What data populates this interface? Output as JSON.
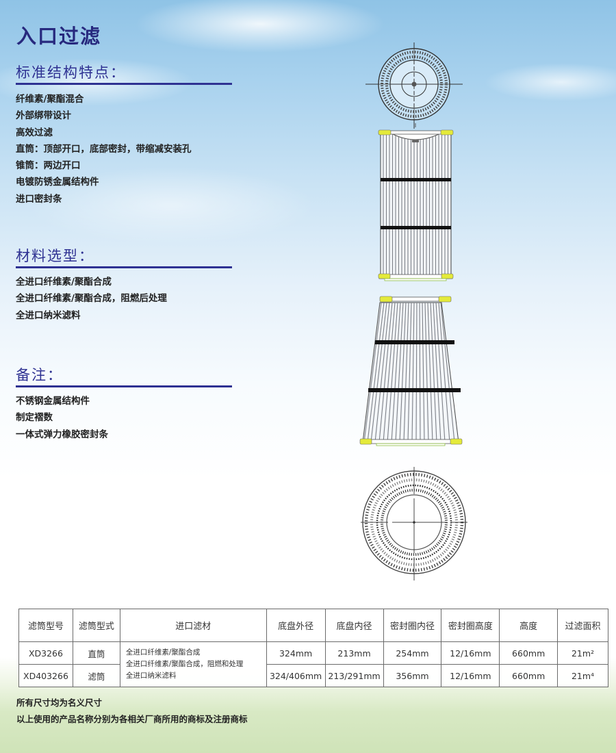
{
  "page": {
    "title": "入口过滤"
  },
  "sections": {
    "structure": {
      "title": "标准结构特点：",
      "items": [
        "纤维素/聚酯混合",
        "外部绑带设计",
        "高效过滤",
        "直筒：顶部开口，底部密封，带缩减安装孔",
        "锥筒：两边开口",
        "电镀防锈金属结构件",
        "进口密封条"
      ]
    },
    "materials": {
      "title": "材料选型：",
      "items": [
        "全进口纤维素/聚酯合成",
        "全进口纤维素/聚酯合成，阻燃后处理",
        "全进口纳米滤料"
      ]
    },
    "remarks": {
      "title": "备注：",
      "items": [
        "不锈钢金属结构件",
        "制定褶数",
        "一体式弹力橡胶密封条"
      ]
    }
  },
  "drawings": [
    {
      "name": "straight-cartridge-top-view"
    },
    {
      "name": "straight-cartridge-side-view"
    },
    {
      "name": "conical-cartridge-side-view"
    },
    {
      "name": "conical-cartridge-bottom-view"
    }
  ],
  "colors": {
    "title_blue": "#27297e",
    "section_blue": "#2e3192",
    "gasket_yellow": "#e4ea3a"
  },
  "table": {
    "headers": [
      "滤筒型号",
      "滤筒型式",
      "进口滤材",
      "底盘外径",
      "底盘内径",
      "密封圈内径",
      "密封圈高度",
      "高度",
      "过滤面积"
    ],
    "materials_merged": [
      "全进口纤维素/聚酯合成",
      "全进口纤维素/聚酯合成，阻燃和处理",
      "全进口纳米滤料"
    ],
    "rows": [
      {
        "model": "XD3266",
        "type": "直筒",
        "outer_diameter": "324mm",
        "inner_diameter": "213mm",
        "seal_inner_diameter": "254mm",
        "seal_height": "12/16mm",
        "height": "660mm",
        "filter_area": "21m²"
      },
      {
        "model": "XD403266",
        "type": "滤筒",
        "outer_diameter": "324/406mm",
        "inner_diameter": "213/291mm",
        "seal_inner_diameter": "356mm",
        "seal_height": "12/16mm",
        "height": "660mm",
        "filter_area": "21m⁴"
      }
    ]
  },
  "footnotes": [
    "所有尺寸均为名义尺寸",
    "以上使用的产品名称分别为各相关厂商所用的商标及注册商标"
  ]
}
